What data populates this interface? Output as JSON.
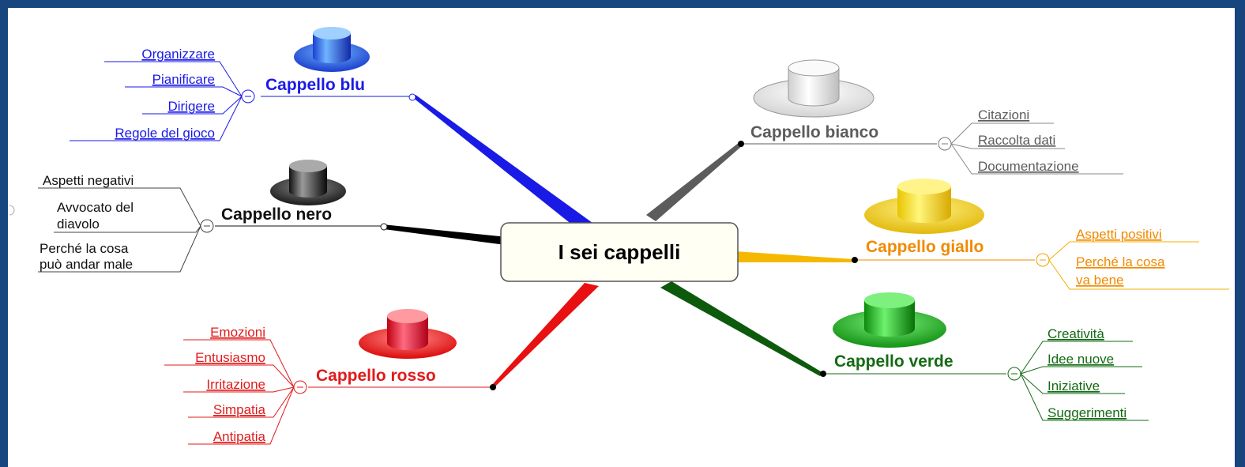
{
  "center": {
    "title": "I sei cappelli"
  },
  "branches": {
    "blu": {
      "title": "Cappello blu",
      "color": "#1a1ae6",
      "items": [
        "Organizzare",
        "Pianificare",
        "Dirigere",
        "Regole del gioco"
      ]
    },
    "nero": {
      "title": "Cappello nero",
      "color": "#111111",
      "items": [
        "Aspetti negativi",
        "Avvocato del",
        "diavolo",
        "Perché la cosa",
        "può andar male"
      ]
    },
    "rosso": {
      "title": "Cappello rosso",
      "color": "#e01b1b",
      "items": [
        "Emozioni",
        "Entusiasmo",
        "Irritazione",
        "Simpatia",
        "Antipatia"
      ]
    },
    "bianco": {
      "title": "Cappello bianco",
      "color": "#5c5c5c",
      "items": [
        "Citazioni",
        "Raccolta dati",
        "Documentazione"
      ]
    },
    "giallo": {
      "title": "Cappello giallo",
      "color": "#f08a00",
      "items": [
        "Aspetti positivi",
        "Perché la cosa",
        "va bene"
      ]
    },
    "verde": {
      "title": "Cappello verde",
      "color": "#146b14",
      "items": [
        "Creatività",
        "Idee nuove",
        "Iniziative",
        "Suggerimenti"
      ]
    }
  },
  "icons": {
    "collapse": "minus-circle-icon"
  }
}
